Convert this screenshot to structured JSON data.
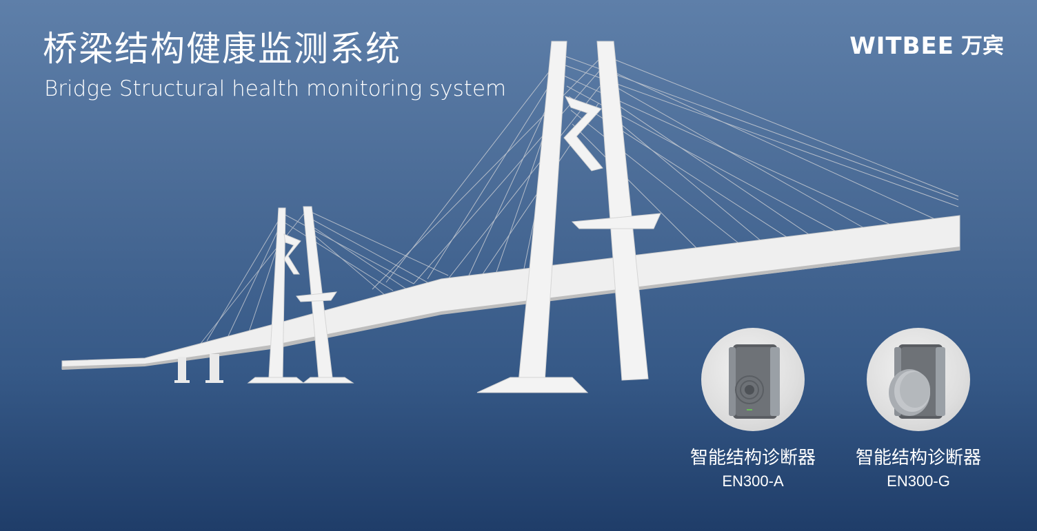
{
  "header": {
    "title_cn": "桥梁结构健康监测系统",
    "title_en": "Bridge Structural health monitoring system"
  },
  "brand": {
    "name_en": "WITBEE",
    "name_cn": "万宾"
  },
  "products": [
    {
      "name": "智能结构诊断器",
      "model": "EN300-A",
      "icon": "accelerometer-sensor-icon"
    },
    {
      "name": "智能结构诊断器",
      "model": "EN300-G",
      "icon": "gyroscope-sensor-icon"
    }
  ],
  "colors": {
    "background_top": "#5e7fa9",
    "background_bottom": "#1f3d69",
    "bridge": "#f0f0f0",
    "text": "#ffffff"
  }
}
